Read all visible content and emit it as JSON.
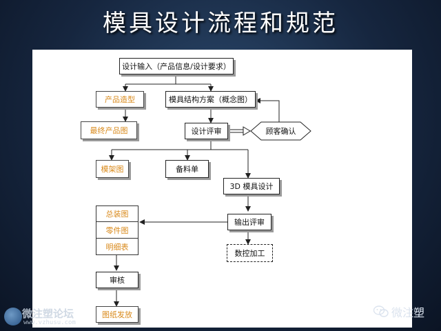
{
  "title": "模具设计流程和规范",
  "nodes": {
    "design_input": "设计输入（产品信息/设计要求）",
    "product_modeling": "产品造型",
    "final_product_drawing": "最终产品图",
    "mold_structure_plan": "模具结构方案（概念图）",
    "design_review": "设计评审",
    "customer_confirm": "顾客确认",
    "mold_frame_drawing": "模架图",
    "material_list": "备料单",
    "mold_3d_design": "3D 模具设计",
    "assembly_drawing": "总装图",
    "parts_drawing": "零件图",
    "detail_list": "明细表",
    "output_review": "输出评审",
    "cnc_machining": "数控加工",
    "audit": "审核",
    "drawing_release": "图纸发放"
  },
  "watermark": {
    "left_text": "微注塑论坛",
    "left_url": "www.vzhusu.com",
    "right_text": "微注塑"
  },
  "colors": {
    "highlight_text": "#d98a1c",
    "background": "#16263f"
  }
}
